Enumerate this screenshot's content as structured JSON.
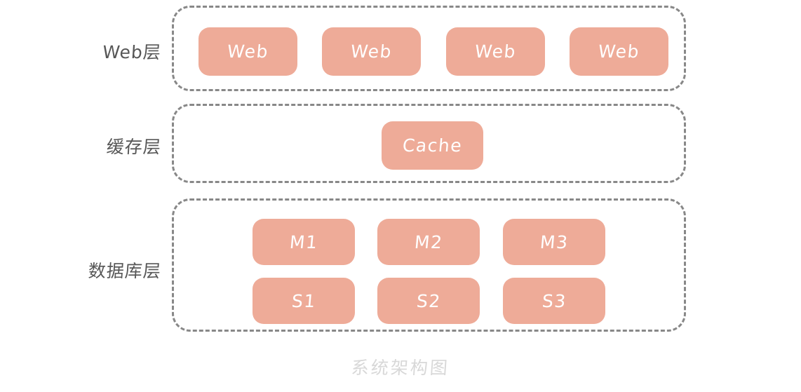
{
  "diagram": {
    "caption": "系统架构图",
    "colors": {
      "node_fill": "#eeab98",
      "node_text": "#ffffff",
      "group_border": "#888888",
      "label_text": "#575757",
      "caption_text": "#d8d8d8",
      "background": "#ffffff"
    },
    "layers": [
      {
        "id": "web",
        "label": "Web层",
        "nodes": [
          {
            "label": "Web"
          },
          {
            "label": "Web"
          },
          {
            "label": "Web"
          },
          {
            "label": "Web"
          }
        ]
      },
      {
        "id": "cache",
        "label": "缓存层",
        "nodes": [
          {
            "label": "Cache"
          }
        ]
      },
      {
        "id": "database",
        "label": "数据库层",
        "rows": [
          {
            "nodes": [
              {
                "label": "M1"
              },
              {
                "label": "M2"
              },
              {
                "label": "M3"
              }
            ]
          },
          {
            "nodes": [
              {
                "label": "S1"
              },
              {
                "label": "S2"
              },
              {
                "label": "S3"
              }
            ]
          }
        ]
      }
    ]
  }
}
